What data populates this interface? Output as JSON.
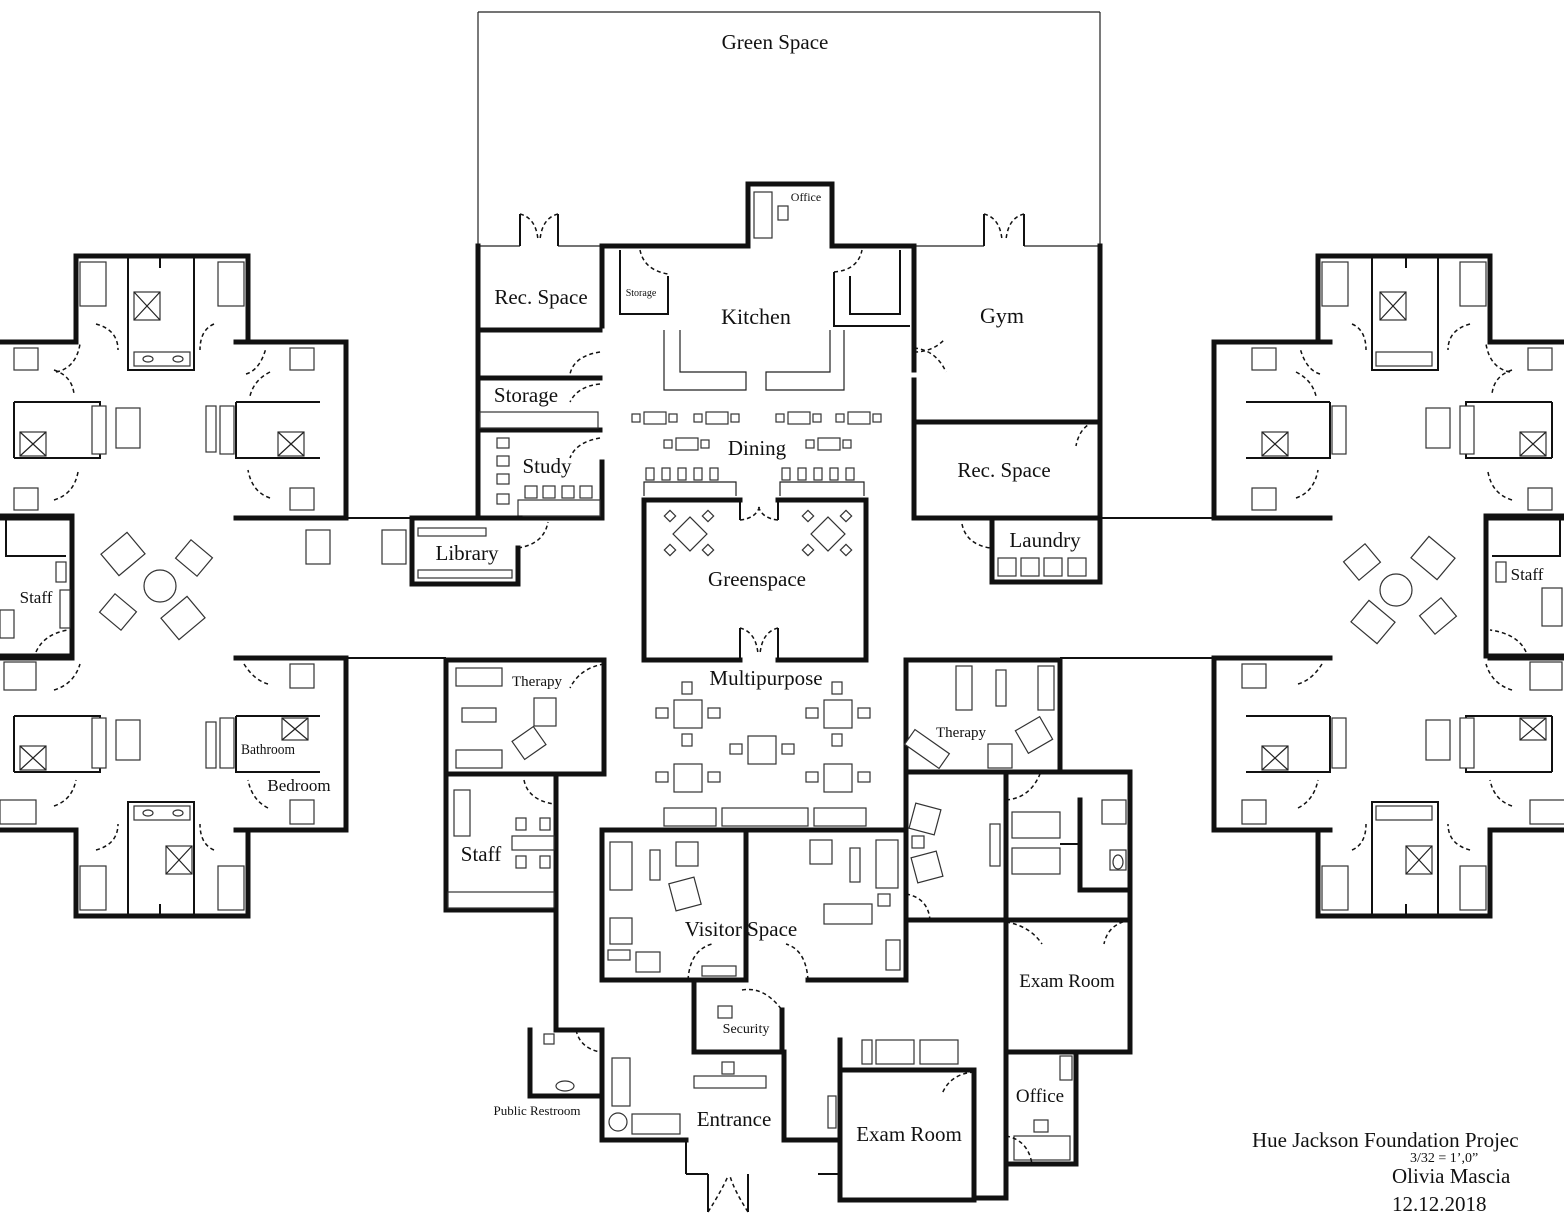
{
  "rooms": {
    "green_space_top": "Green Space",
    "office_top": "Office",
    "storage_small": "Storage",
    "kitchen": "Kitchen",
    "gym": "Gym",
    "rec_space_left": "Rec. Space",
    "storage": "Storage",
    "study": "Study",
    "dining": "Dining",
    "rec_space_right": "Rec. Space",
    "library": "Library",
    "laundry": "Laundry",
    "greenspace": "Greenspace",
    "multipurpose": "Multipurpose",
    "therapy_left": "Therapy",
    "therapy_right": "Therapy",
    "staff_center": "Staff",
    "visitor_space": "Visitor Space",
    "security": "Security",
    "exam_room_upper": "Exam Room",
    "exam_room_lower": "Exam Room",
    "office_lower": "Office",
    "public_restroom": "Public Restroom",
    "entrance": "Entrance",
    "staff_left_wing": "Staff",
    "staff_right_wing": "Staff",
    "bathroom": "Bathroom",
    "bedroom": "Bedroom"
  },
  "title_block": {
    "project": "Hue Jackson Foundation Projec",
    "scale": "3/32 = 1’,0”",
    "author": "Olivia Mascia",
    "date": "12.12.2018"
  }
}
